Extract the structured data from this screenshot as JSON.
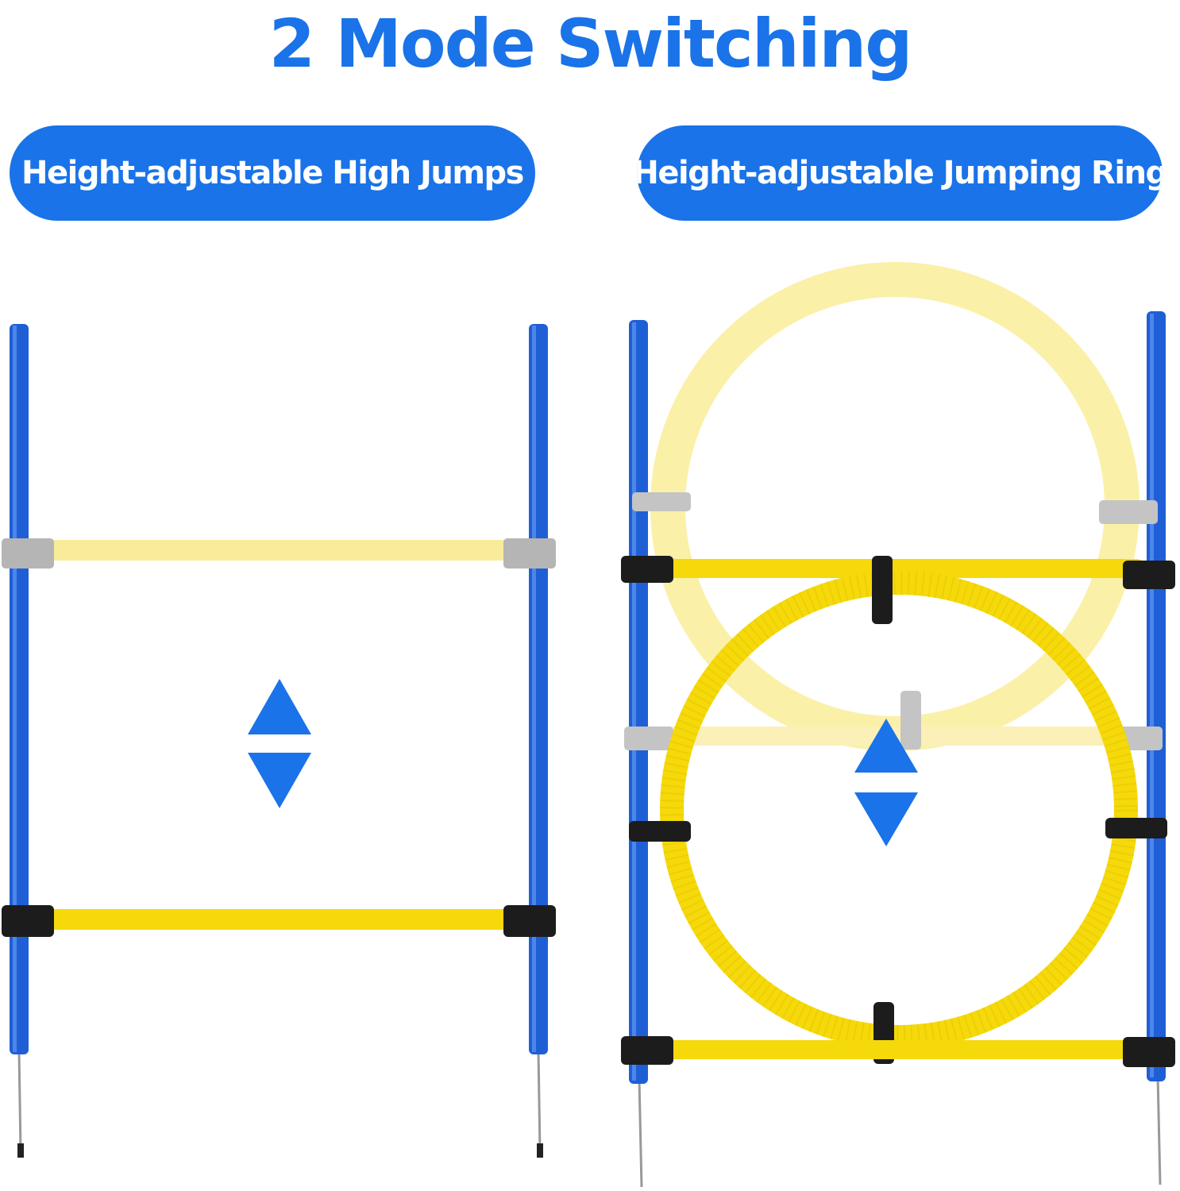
{
  "title": "2 Mode Switching",
  "modes": [
    {
      "label": "Height-adjustable High Jumps"
    },
    {
      "label": "Height-adjustable Jumping Ring"
    }
  ],
  "colors": {
    "accent": "#1a73e8",
    "pole": "#1f5fd6",
    "bar": "#f5d90a",
    "ghost_bar": "#f8ec9a",
    "clip": "#1c1c1c",
    "ghost_clip": "#b5b5b5"
  },
  "icons": [
    "up-down-arrows-icon",
    "up-down-arrows-icon"
  ]
}
